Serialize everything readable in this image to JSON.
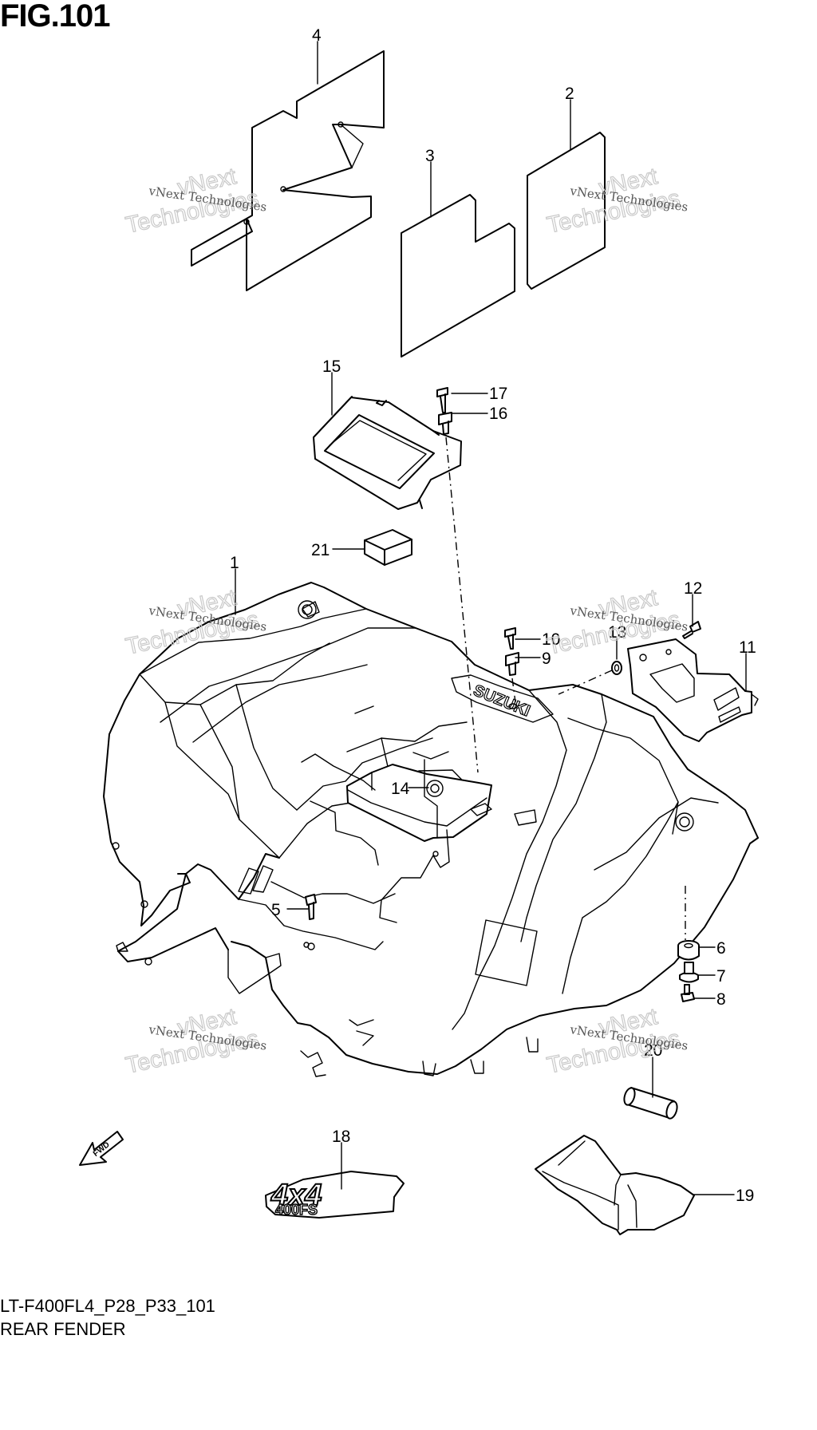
{
  "figure": {
    "title": "FIG.101",
    "model_code": "LT-F400FL4_P28_P33_101",
    "name": "REAR FENDER"
  },
  "callouts": [
    "1",
    "2",
    "3",
    "4",
    "5",
    "6",
    "7",
    "8",
    "9",
    "10",
    "11",
    "12",
    "13",
    "14",
    "15",
    "16",
    "17",
    "18",
    "19",
    "20",
    "21"
  ],
  "emblem": {
    "line1": "4x4",
    "line2": "400FS"
  },
  "fender_lettering": "SUZUKI",
  "fwd_arrow_label": "FWD",
  "watermark": {
    "line1": "vNext Technologies",
    "line2": "Technologies",
    "line2b": "vNext"
  }
}
